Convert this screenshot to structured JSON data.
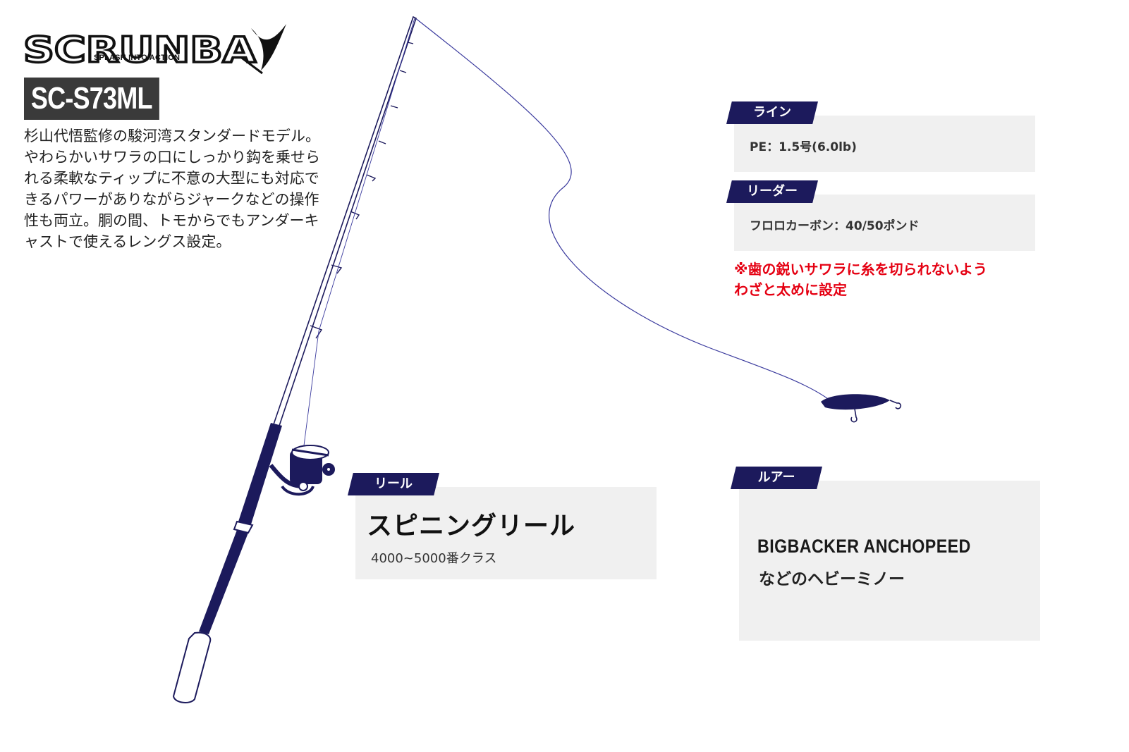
{
  "brand": {
    "logo_text": "SCRUNBA",
    "tagline": "SPLASH INTO ACTION"
  },
  "model": "SC-S73ML",
  "description": "杉山代悟監修の駿河湾スタンダードモデル。やわらかいサワラの口にしっかり鈎を乗せられる柔軟なティップに不意の大型にも対応できるパワーがありながらジャークなどの操作性も両立。胴の間、トモからでもアンダーキャストで使えるレングス設定。",
  "specs": {
    "line": {
      "tag": "ライン",
      "value": "PE：1.5号(6.0lb)"
    },
    "leader": {
      "tag": "リーダー",
      "value": "フロロカーボン：40/50ポンド",
      "note_line1": "※歯の鋭いサワラに糸を切られないよう",
      "note_line2": "わざと太めに設定"
    },
    "reel": {
      "tag": "リール",
      "title": "スピニングリール",
      "size": "4000~5000番クラス"
    },
    "lure": {
      "tag": "ルアー",
      "name": "BIGBACKER ANCHOPEED",
      "desc": "などのヘビーミノー"
    }
  },
  "colors": {
    "navy": "#1c1a5c",
    "line": "#3b3b9e",
    "panel": "#f0f0f0",
    "warning": "#e50012",
    "badge": "#3a3a3a"
  },
  "icons": [
    "fishing-rod-icon",
    "spinning-reel-icon",
    "minnow-lure-icon",
    "fish-tail-logo-icon"
  ]
}
